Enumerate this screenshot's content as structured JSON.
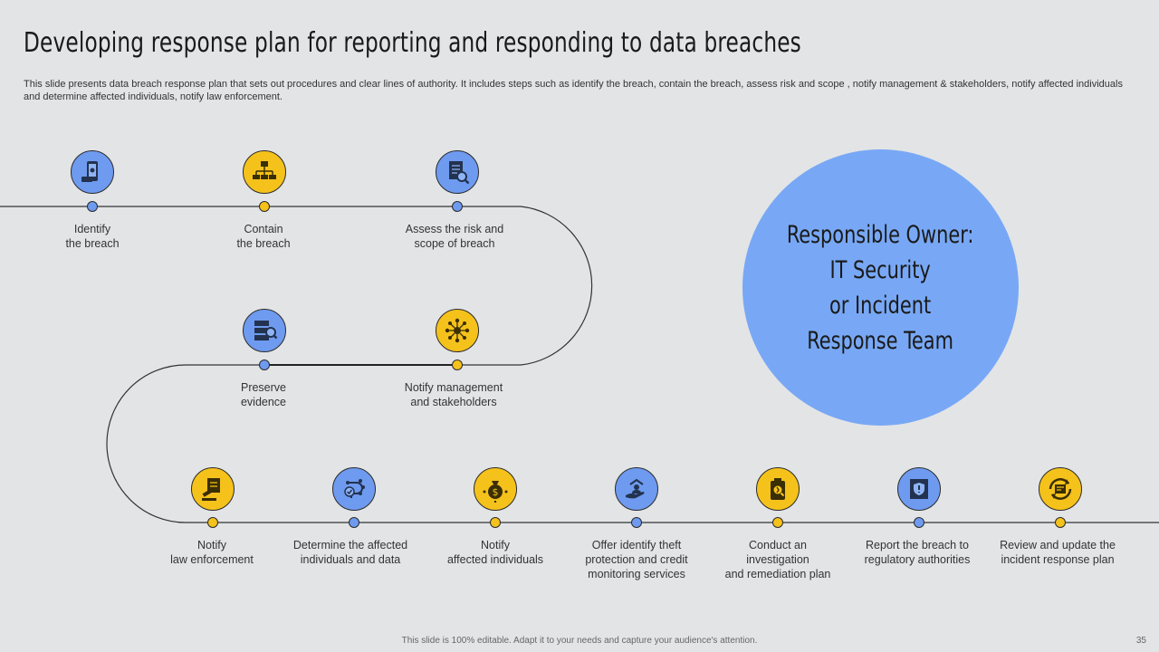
{
  "title": "Developing response plan for reporting and responding to data breaches",
  "subtitle": "This slide presents data breach response plan that sets out procedures and clear lines of authority. It includes steps such as identify the breach, contain the breach, assess risk and scope , notify management & stakeholders, notify affected individuals and determine affected individuals, notify law enforcement.",
  "steps": [
    {
      "label": "Identify\nthe breach",
      "icon": "mobile-security-icon",
      "color": "#6e9bf0"
    },
    {
      "label": "Contain\nthe breach",
      "icon": "network-hierarchy-icon",
      "color": "#f5c21b"
    },
    {
      "label": "Assess the risk and\nscope of breach",
      "icon": "document-search-icon",
      "color": "#6e9bf0"
    },
    {
      "label": "Notify management\nand stakeholders",
      "icon": "stakeholder-network-icon",
      "color": "#f5c21b"
    },
    {
      "label": "Preserve\nevidence",
      "icon": "server-search-icon",
      "color": "#6e9bf0"
    },
    {
      "label": "Notify\nlaw enforcement",
      "icon": "legal-gavel-icon",
      "color": "#f5c21b"
    },
    {
      "label": "Determine the affected\nindividuals  and data",
      "icon": "brain-check-icon",
      "color": "#6e9bf0"
    },
    {
      "label": "Notify\naffected individuals",
      "icon": "money-bag-icon",
      "color": "#f5c21b"
    },
    {
      "label": "Offer identify theft\nprotection and credit\nmonitoring services",
      "icon": "hand-protection-icon",
      "color": "#6e9bf0"
    },
    {
      "label": "Conduct an\ninvestigation\nand remediation plan",
      "icon": "investigation-icon",
      "color": "#f5c21b"
    },
    {
      "label": "Report the breach to\nregulatory authorities",
      "icon": "shield-report-icon",
      "color": "#6e9bf0"
    },
    {
      "label": "Review and update the\nincident response plan",
      "icon": "review-plan-icon",
      "color": "#f5c21b"
    }
  ],
  "owner": {
    "text": "Responsible Owner:\nIT Security\nor Incident\nResponse Team",
    "color": "#78a8f5"
  },
  "footer": "This slide is 100% editable.  Adapt it to your needs and capture your audience's attention.",
  "page_number": "35"
}
